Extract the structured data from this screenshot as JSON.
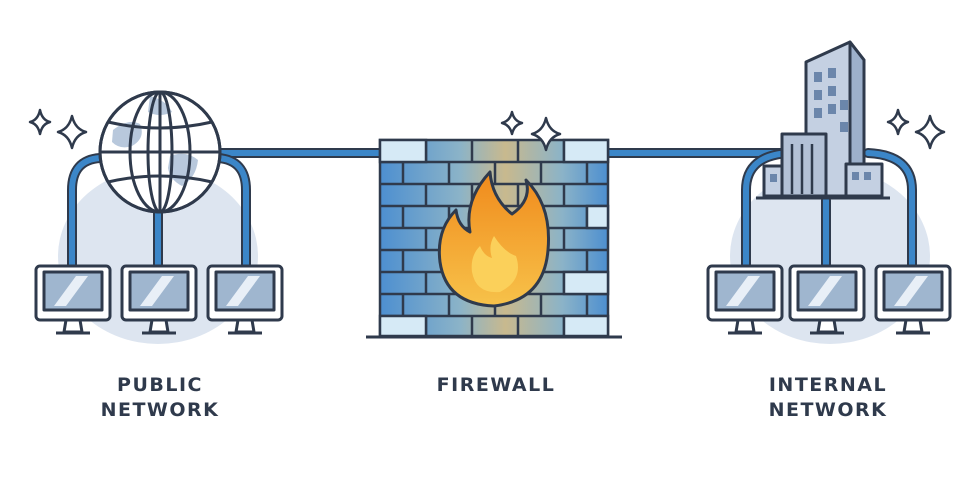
{
  "diagram": {
    "labels": {
      "public_line1": "PUBLIC",
      "public_line2": "NETWORK",
      "firewall": "FIREWALL",
      "internal_line1": "INTERNAL",
      "internal_line2": "NETWORK"
    },
    "icons": {
      "public": "globe-icon",
      "firewall": "brick-wall-icon",
      "flame": "flame-icon",
      "internal": "office-building-icon",
      "workstation": "computer-monitor-icon",
      "decoration": "sparkle-icon"
    },
    "colors": {
      "outline": "#2f3a4c",
      "cable": "#2f7fc4",
      "cable_light": "#cfe3f5",
      "bubble": "#dde5f0",
      "brick_blue": "#4d8fd0",
      "brick_pale": "#d6eaf6",
      "brick_tan": "#cdb98c",
      "flame_orange": "#f39a1d",
      "flame_yellow": "#fbd05a",
      "screen": "#9fb6cf",
      "text": "#2f3a4c"
    }
  }
}
